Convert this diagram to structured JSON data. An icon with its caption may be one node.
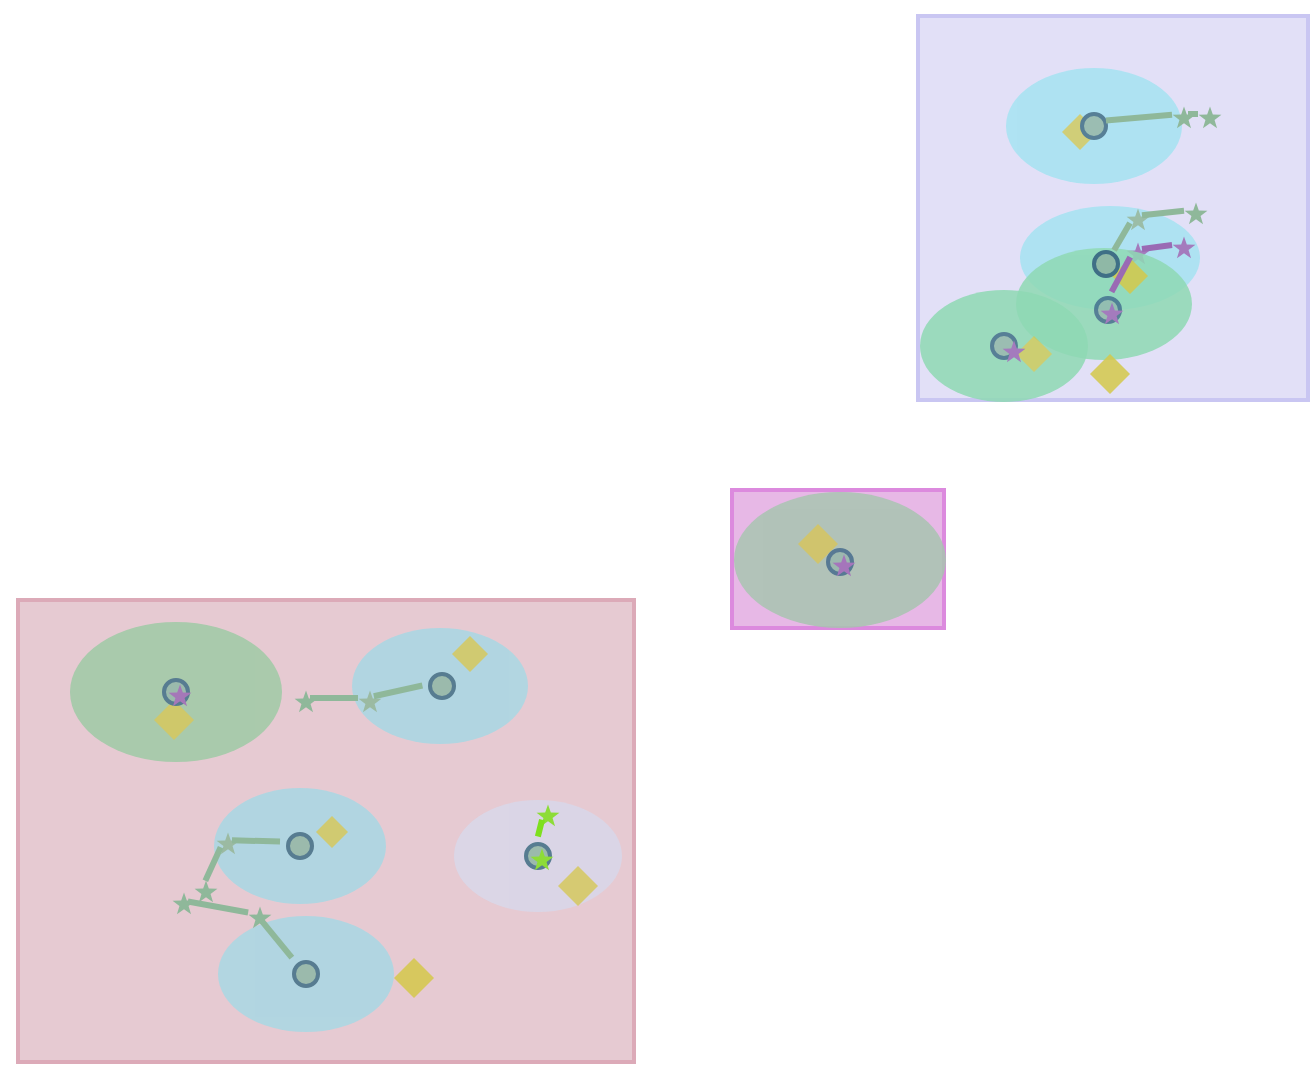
{
  "diagram": {
    "nodes": [
      {
        "text": [],
        "shape": "box"
      },
      {
        "text": [],
        "shape": "ellipse",
        "in": 0
      },
      {
        "text": [],
        "shape": "ellipse",
        "in": 0
      },
      {
        "text": [],
        "shape": "ellipse",
        "in": 0
      },
      {
        "text": [],
        "shape": "ellipse",
        "in": 0
      },
      {
        "text": [],
        "shape": "circle",
        "in": 1
      },
      {
        "text": [],
        "shape": "diamond",
        "in": 1
      },
      {
        "text": [],
        "shape": "star",
        "in": 0
      },
      {
        "text": [],
        "shape": "star",
        "in": 0
      },
      {
        "text": [],
        "shape": "circle"
      },
      {
        "text": [],
        "shape": "star",
        "in": 2
      },
      {
        "text": [],
        "shape": "star",
        "in": 0
      },
      {
        "text": [],
        "shape": "circle",
        "in": 3
      },
      {
        "text": [],
        "shape": "star",
        "in": 12
      },
      {
        "text": [],
        "shape": "star",
        "in": 2
      },
      {
        "text": [],
        "shape": "star",
        "in": 2
      },
      {
        "text": [],
        "shape": "diamond"
      },
      {
        "text": [],
        "shape": "circle",
        "in": 4
      },
      {
        "text": [],
        "shape": "star",
        "in": 17
      },
      {
        "text": [],
        "shape": "diamond",
        "in": 4
      },
      {
        "text": [],
        "shape": "diamond",
        "in": 0
      },
      {
        "text": [],
        "shape": "box"
      },
      {
        "text": [],
        "shape": "ellipse",
        "in": 21
      },
      {
        "text": [],
        "shape": "diamond",
        "in": 22
      },
      {
        "text": [],
        "shape": "circle",
        "in": 22
      },
      {
        "text": [],
        "shape": "star",
        "in": 24
      },
      {
        "text": [],
        "shape": "box"
      },
      {
        "text": [],
        "shape": "ellipse",
        "in": 26
      },
      {
        "text": [],
        "shape": "circle",
        "in": 27
      },
      {
        "text": [],
        "shape": "star",
        "in": 28
      },
      {
        "text": [],
        "shape": "diamond",
        "in": 27
      },
      {
        "text": [],
        "shape": "ellipse",
        "in": 26
      },
      {
        "text": [],
        "shape": "circle",
        "in": 31
      },
      {
        "text": [],
        "shape": "diamond",
        "in": 31
      },
      {
        "text": [],
        "shape": "star",
        "in": 31
      },
      {
        "text": [],
        "shape": "star",
        "in": 26
      },
      {
        "text": [],
        "shape": "ellipse",
        "in": 26
      },
      {
        "text": [],
        "shape": "circle",
        "in": 36
      },
      {
        "text": [],
        "shape": "diamond",
        "in": 36
      },
      {
        "text": [],
        "shape": "star",
        "in": 36
      },
      {
        "text": [],
        "shape": "star",
        "in": 26
      },
      {
        "text": [],
        "shape": "ellipse",
        "in": 26
      },
      {
        "text": [],
        "shape": "circle",
        "in": 41
      },
      {
        "text": [],
        "shape": "star",
        "in": 42
      },
      {
        "text": [],
        "shape": "star",
        "in": 41
      },
      {
        "text": [],
        "shape": "diamond",
        "in": 41
      },
      {
        "text": [],
        "shape": "ellipse",
        "in": 26
      },
      {
        "text": [],
        "shape": "circle",
        "in": 46
      },
      {
        "text": [],
        "shape": "diamond",
        "in": 26
      },
      {
        "text": [],
        "shape": "star",
        "in": 26
      },
      {
        "text": [],
        "shape": "star",
        "in": 26
      }
    ],
    "edges": [
      {
        "from": 5,
        "to": 7,
        "arrow": "none"
      },
      {
        "from": 7,
        "to": 8,
        "arrow": "none"
      },
      {
        "from": 9,
        "to": 10,
        "arrow": "none"
      },
      {
        "from": 10,
        "to": 11,
        "arrow": "none"
      },
      {
        "from": 12,
        "to": 14,
        "arrow": "none",
        "color": "#9a6ab4"
      },
      {
        "from": 14,
        "to": 15,
        "arrow": "none",
        "color": "#9a6ab4"
      },
      {
        "from": 32,
        "to": 34,
        "arrow": "none"
      },
      {
        "from": 34,
        "to": 35,
        "arrow": "none"
      },
      {
        "from": 37,
        "to": 39,
        "arrow": "none"
      },
      {
        "from": 39,
        "to": 40,
        "arrow": "none"
      },
      {
        "from": 47,
        "to": 49,
        "arrow": "none"
      },
      {
        "from": 49,
        "to": 50,
        "arrow": "none"
      },
      {
        "from": 42,
        "to": 44,
        "arrow": "none",
        "color": "#7ee01e"
      }
    ]
  }
}
